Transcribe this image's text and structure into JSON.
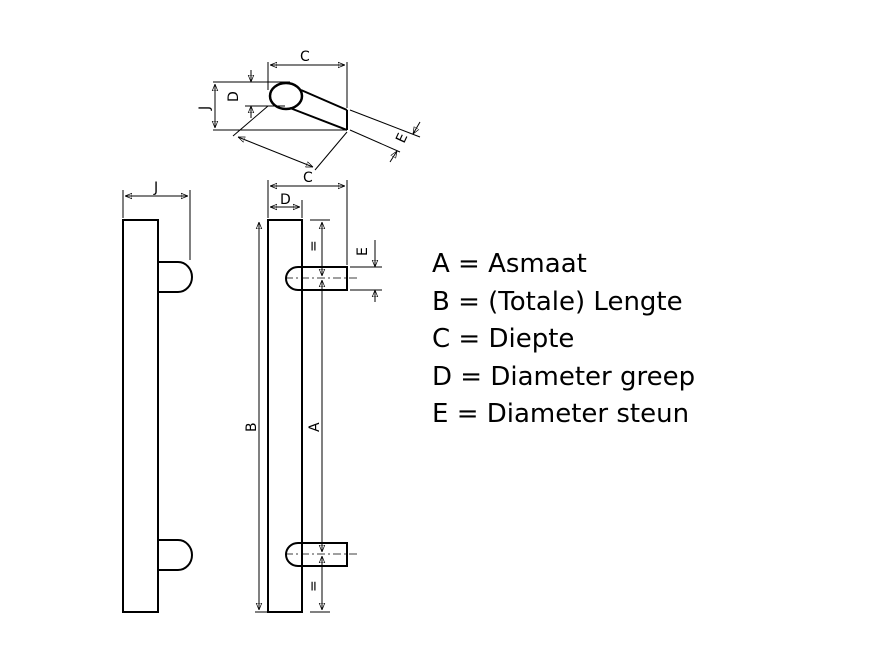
{
  "dimension_labels": {
    "a": "A",
    "b": "B",
    "c": "C",
    "d": "D",
    "e": "E",
    "j": "J",
    "equal": "="
  },
  "legend": [
    {
      "text": "A = Asmaat"
    },
    {
      "text": "B = (Totale) Lengte"
    },
    {
      "text": "C = Diepte"
    },
    {
      "text": "D = Diameter greep"
    },
    {
      "text": "E = Diameter steun"
    }
  ]
}
